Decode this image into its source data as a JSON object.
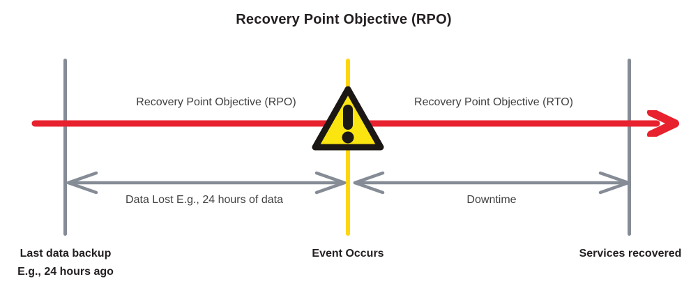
{
  "title": "Recovery Point Objective (RPO)",
  "timeline": {
    "left_segment_label": "Recovery Point Objective (RPO)",
    "right_segment_label": "Recovery Point Objective (RTO)"
  },
  "measurements": {
    "data_lost_label": "Data Lost E.g., 24 hours of data",
    "downtime_label": "Downtime"
  },
  "milestones": {
    "backup_line1": "Last data backup",
    "backup_line2": "E.g., 24 hours ago",
    "event_label": "Event Occurs",
    "recovered_label": "Services recovered"
  },
  "icons": {
    "warning_icon": "warning-triangle-exclamation"
  },
  "colors": {
    "timeline_red": "#E8212E",
    "marker_gray": "#858C96",
    "event_yellow": "#FFD60E",
    "warning_fill": "#FAE511",
    "warning_outline": "#1A1715",
    "text_dark": "#231F20",
    "text_body": "#414042"
  }
}
